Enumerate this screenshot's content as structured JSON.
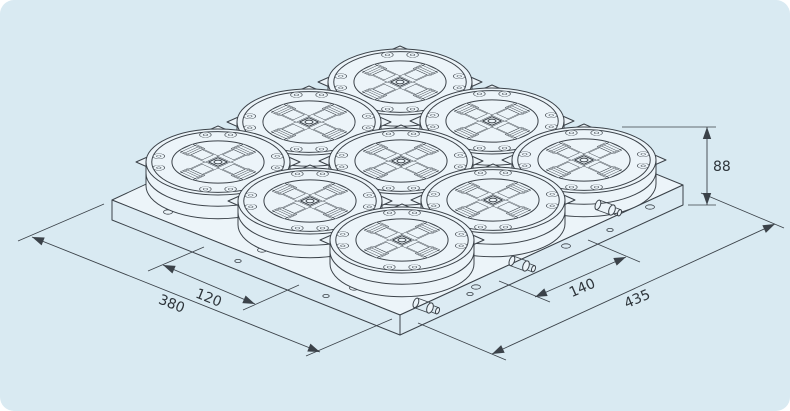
{
  "diagram": {
    "type": "isometric technical drawing",
    "subject": "3x3 multi-chuck fixture base plate",
    "colors": {
      "background": "#d9eaf2",
      "line": "#3b4249",
      "surface": "#ecf4f9"
    },
    "chucks": {
      "count": 9,
      "rows": 3,
      "cols": 3
    },
    "dimensions": {
      "height": {
        "label": "88"
      },
      "plate_depth": {
        "label": "380"
      },
      "pitch_left": {
        "label": "120"
      },
      "pitch_right": {
        "label": "140"
      },
      "plate_width": {
        "label": "435"
      }
    }
  }
}
